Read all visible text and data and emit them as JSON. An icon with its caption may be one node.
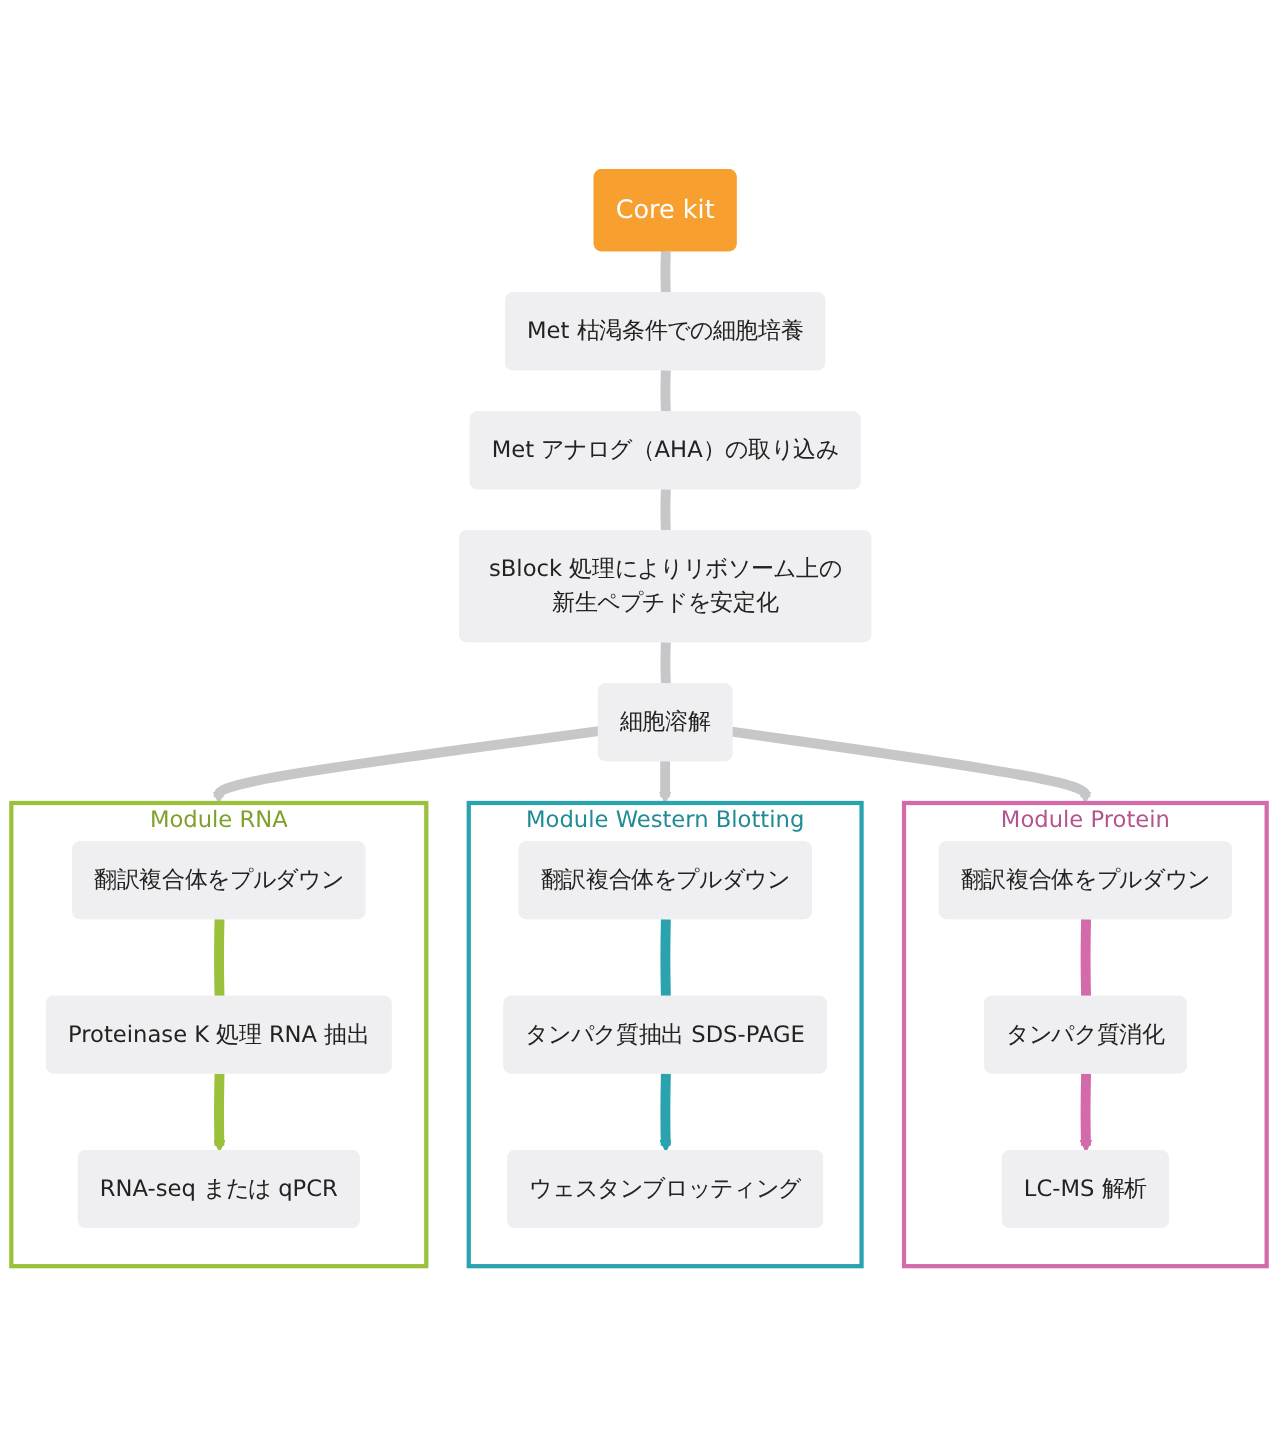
{
  "diagram": {
    "nodes": [
      {
        "text": [
          "Core kit"
        ]
      },
      {
        "text": [
          "Met 枯渇条件での細胞培養"
        ]
      },
      {
        "text": [
          "Met アナログ（AHA）の取り込み"
        ]
      },
      {
        "text": [
          "sBlock 処理によりリボソーム上の新生ペプチドを安定化"
        ]
      },
      {
        "text": [
          "細胞溶解"
        ]
      },
      {
        "text": [
          "Module RNA"
        ]
      },
      {
        "text": [
          "翻訳複合体をプルダウン"
        ],
        "in": 5
      },
      {
        "text": [
          "Proteinase K 処理 RNA 抽出"
        ],
        "in": 5
      },
      {
        "text": [
          "RNA-seq または qPCR"
        ],
        "in": 5
      },
      {
        "text": [
          "Module Western Blotting"
        ]
      },
      {
        "text": [
          "翻訳複合体をプルダウン"
        ],
        "in": 9
      },
      {
        "text": [
          "タンパク質抽出 SDS-PAGE"
        ],
        "in": 9
      },
      {
        "text": [
          "ウェスタンブロッティング"
        ],
        "in": 9
      },
      {
        "text": [
          "Module Protein"
        ]
      },
      {
        "text": [
          "翻訳複合体をプルダウン"
        ],
        "in": 13
      },
      {
        "text": [
          "タンパク質消化"
        ],
        "in": 13
      },
      {
        "text": [
          "LC-MS 解析"
        ],
        "in": 13
      }
    ],
    "edges": [
      {
        "from": 0,
        "to": 1,
        "arrow": "none"
      },
      {
        "from": 1,
        "to": 2,
        "arrow": "none"
      },
      {
        "from": 2,
        "to": 3,
        "arrow": "none"
      },
      {
        "from": 3,
        "to": 4,
        "arrow": "none"
      },
      {
        "from": 4,
        "to": 5,
        "arrow": "to"
      },
      {
        "from": 4,
        "to": 9,
        "arrow": "to"
      },
      {
        "from": 4,
        "to": 13,
        "arrow": "to"
      },
      {
        "from": 6,
        "to": 7,
        "arrow": "none",
        "color": "#9bc13c"
      },
      {
        "from": 7,
        "to": 8,
        "arrow": "to",
        "color": "#9bc13c"
      },
      {
        "from": 10,
        "to": 11,
        "arrow": "none",
        "color": "#2aa3ae"
      },
      {
        "from": 11,
        "to": 12,
        "arrow": "to",
        "color": "#2aa3ae"
      },
      {
        "from": 14,
        "to": 15,
        "arrow": "none",
        "color": "#d36aa9"
      },
      {
        "from": 15,
        "to": 16,
        "arrow": "to",
        "color": "#d36aa9"
      }
    ]
  }
}
